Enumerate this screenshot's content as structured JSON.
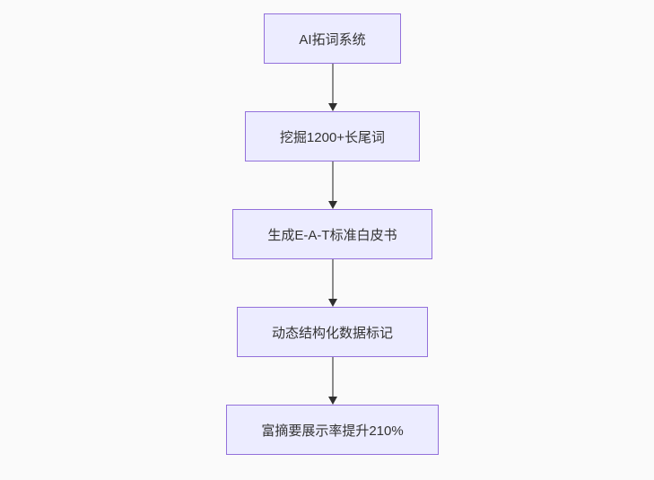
{
  "diagram": {
    "type": "flowchart-top-down",
    "colors": {
      "canvas_bg": "#fafafa",
      "node_fill": "#ECECFF",
      "node_border": "#9370DB",
      "text_color": "#333333",
      "edge_color": "#8c8c8c",
      "arrowhead_color": "#2f2f2f"
    },
    "nodes": [
      {
        "label": "AI拓词系统"
      },
      {
        "label": "挖掘1200+长尾词"
      },
      {
        "label": "生成E-A-T标准白皮书"
      },
      {
        "label": "动态结构化数据标记"
      },
      {
        "label": "富摘要展示率提升210%"
      }
    ],
    "edges": [
      {
        "from": 0,
        "to": 1
      },
      {
        "from": 1,
        "to": 2
      },
      {
        "from": 2,
        "to": 3
      },
      {
        "from": 3,
        "to": 4
      }
    ]
  }
}
